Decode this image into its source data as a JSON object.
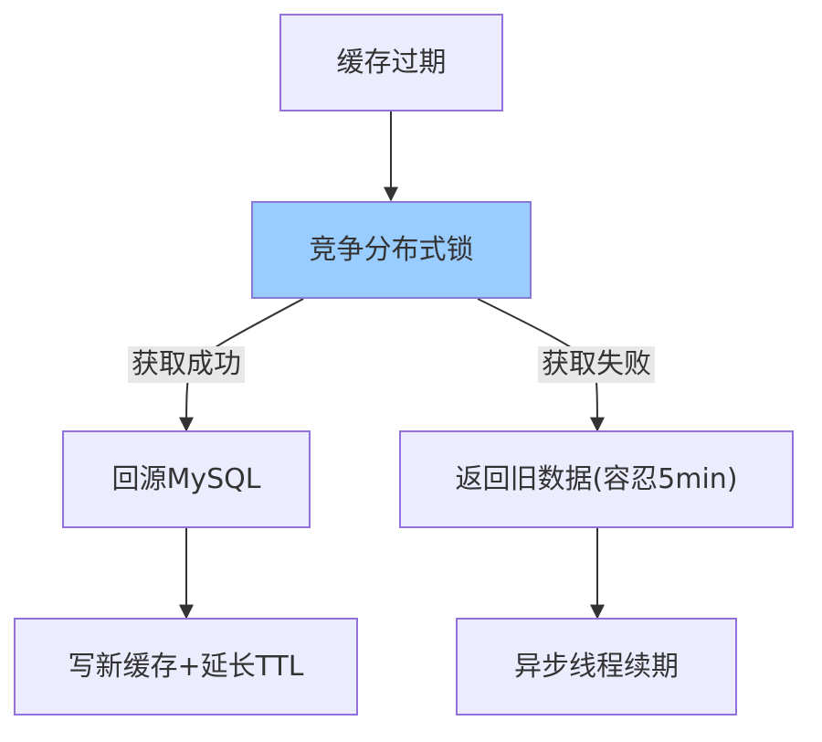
{
  "diagram": {
    "nodes": {
      "cache_expired": "缓存过期",
      "compete_lock": "竞争分布式锁",
      "fetch_mysql": "回源MySQL",
      "return_stale": "返回旧数据(容忍5min)",
      "write_cache": "写新缓存+延长TTL",
      "async_renew": "异步线程续期"
    },
    "edge_labels": {
      "lock_success": "获取成功",
      "lock_fail": "获取失败"
    },
    "edges": [
      {
        "from": "cache_expired",
        "to": "compete_lock"
      },
      {
        "from": "compete_lock",
        "to": "fetch_mysql",
        "label": "lock_success"
      },
      {
        "from": "compete_lock",
        "to": "return_stale",
        "label": "lock_fail"
      },
      {
        "from": "fetch_mysql",
        "to": "write_cache"
      },
      {
        "from": "return_stale",
        "to": "async_renew"
      }
    ],
    "colors": {
      "node_fill": "#ECECFF",
      "node_border": "#9370DB",
      "highlight_fill": "#99CCFF",
      "edge": "#333333",
      "label_background": "#E8E8E8"
    }
  }
}
